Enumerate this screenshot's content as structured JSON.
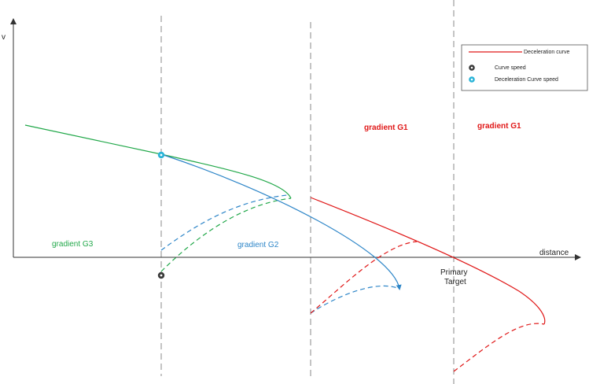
{
  "axes": {
    "y_label": "v",
    "x_label": "distance"
  },
  "labels": {
    "gradient_g3": "gradient G3",
    "gradient_g2": "gradient G2",
    "gradient_g1_a": "gradient G1",
    "gradient_g1_b": "gradient G1",
    "primary_target_line1": "Primary",
    "primary_target_line2": "Target"
  },
  "legend": {
    "deceleration_curve": "Deceleration curve",
    "curve_speed": "Curve speed",
    "deceleration_curve_speed": "Deceleration Curve speed"
  },
  "colors": {
    "g3": "#22a84a",
    "g2": "#2e86c8",
    "g1": "#e01818",
    "axis": "#333333",
    "divider": "#888888",
    "curve_speed_marker": "#3a3a3a",
    "decel_speed_marker": "#2ab4d8",
    "text_dark": "#222222"
  }
}
